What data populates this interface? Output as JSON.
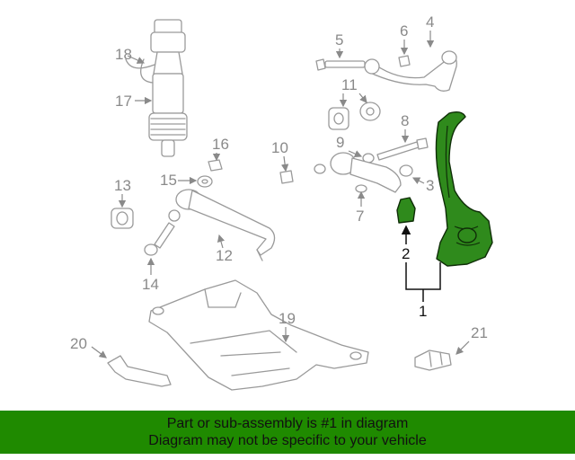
{
  "callouts": {
    "n1": "1",
    "n2": "2",
    "n3": "3",
    "n4": "4",
    "n5": "5",
    "n6": "6",
    "n7": "7",
    "n8": "8",
    "n9": "9",
    "n10": "10",
    "n11": "11",
    "n12": "12",
    "n13": "13",
    "n14": "14",
    "n15": "15",
    "n16": "16",
    "n17": "17",
    "n18": "18",
    "n19": "19",
    "n20": "20",
    "n21": "21"
  },
  "highlighted_part": "1",
  "colors": {
    "highlight": "#2f8a1c",
    "banner": "#1f8a00",
    "line_art": "#9a9a9a"
  },
  "banner": {
    "line1": "Part or sub-assembly is #1 in diagram",
    "line2": "Diagram may not be specific to your vehicle"
  }
}
